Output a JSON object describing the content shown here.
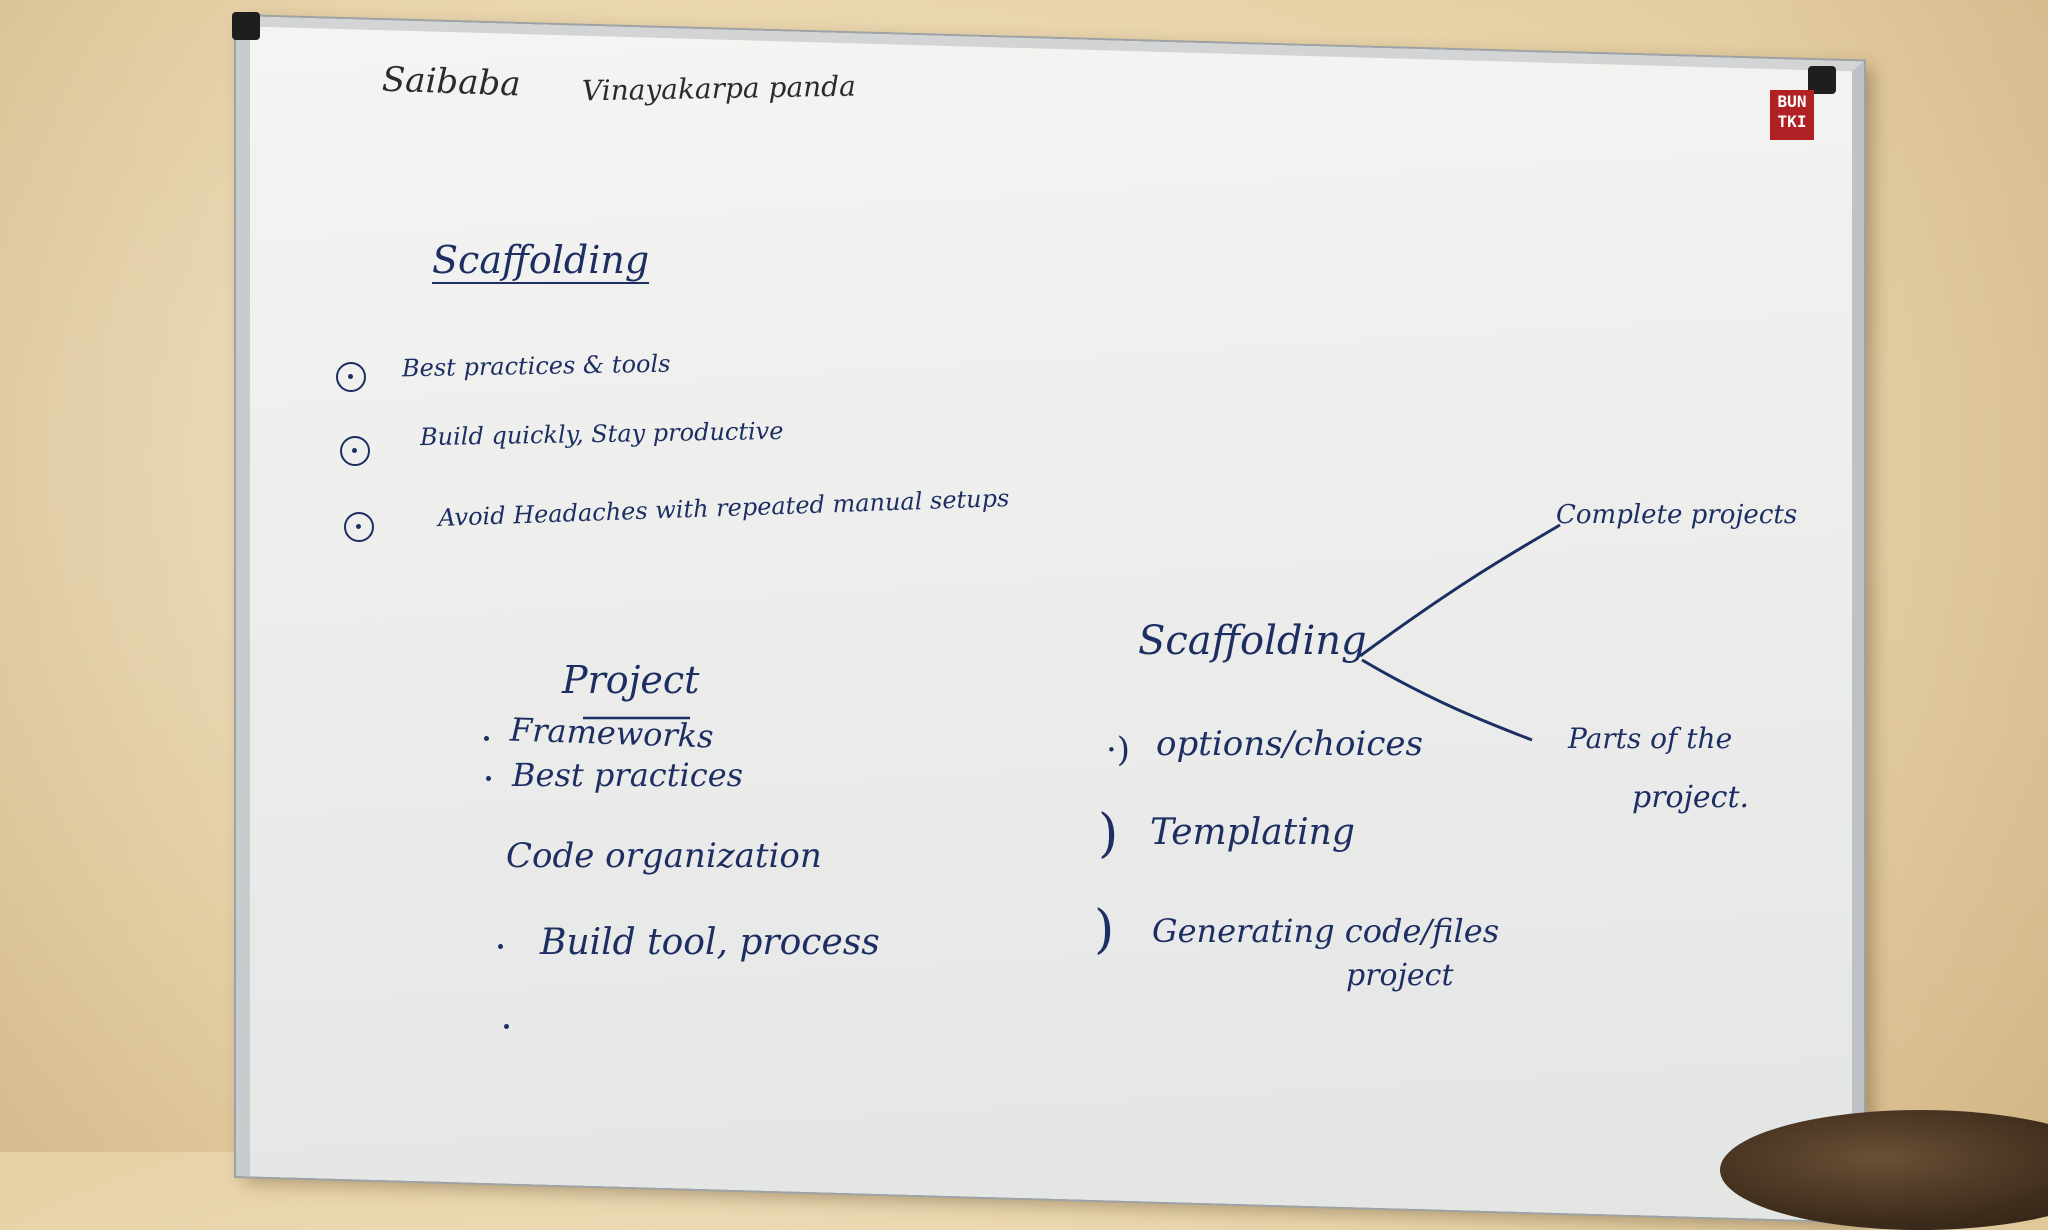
{
  "board": {
    "header_left": "Saibaba",
    "header_right": "Vinayakarpa panda",
    "brand_logo": "BUN TKI",
    "title": "Scaffolding",
    "bullets": [
      "Best practices & tools",
      "Build quickly, Stay productive",
      "Avoid Headaches with repeated manual setups"
    ],
    "project_title": "Project",
    "project_items": [
      "Frameworks",
      "Best practices",
      "Code organization",
      "Build tool, process"
    ],
    "center_title": "Scaffolding",
    "center_items": [
      "options/choices",
      "Templating",
      "Generating code/files"
    ],
    "center_item_extra": "project",
    "branch_top": "Complete projects",
    "branch_bottom_line1": "Parts of the",
    "branch_bottom_line2": "project."
  },
  "colors": {
    "ink": "#1d2e63",
    "wall": "#e8d3a9",
    "board": "#ecedeb",
    "frame": "#c9ccce"
  }
}
